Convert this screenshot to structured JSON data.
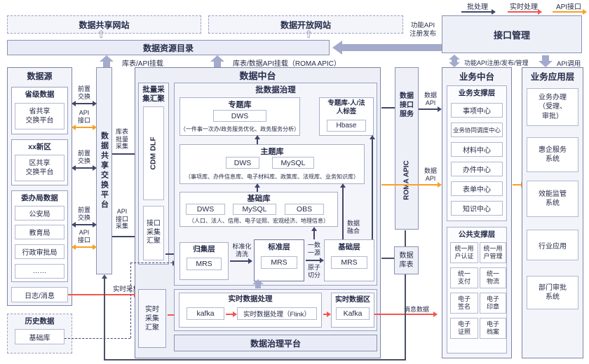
{
  "colors": {
    "dark_text": "#252b49",
    "border": "#8b91b4",
    "red": "#f2554f",
    "orange": "#f7a028",
    "gray_arrow": "#a3aacb"
  },
  "legend": {
    "batch": "批处理",
    "realtime": "实时处理",
    "api": "API接口"
  },
  "top": {
    "share_site": "数据共享网站",
    "open_site": "数据开放网站",
    "catalog": "数据资源目录",
    "api_mgmt": "接口管理",
    "func_api_pub": "功能API\n注册发布",
    "mount_left": "库表/API挂载",
    "mount_mid": "库表/数据API挂载（ROMA APIC）",
    "func_api_mgmt": "功能API注册/发布/管理",
    "api_call": "API调用"
  },
  "sources": {
    "title": "数据源",
    "g1_title": "省级数据",
    "g1_item": "省共享\n交换平台",
    "g2_title": "xx新区",
    "g2_item": "区共享\n交换平台",
    "g3_title": "委办局数据",
    "g3_items": [
      "公安局",
      "教育局",
      "行政审批局",
      "……"
    ],
    "log": "日志/消息",
    "hist_title": "历史数据",
    "hist_item": "基础库"
  },
  "exchange_bar": "数据共享交换平台",
  "labels": {
    "front_exchange": "前置\n交换",
    "api_if": "API\n接口",
    "batch_collect": "库表\n批量\n采集",
    "api_collect": "API\n接口\n采集",
    "realtime_collect": "实时采集",
    "std_clean": "标准化\n清洗",
    "one_source": "一数\n一源",
    "atom_split": "原子\n切分",
    "fusion": "数据\n融合",
    "data_api": "数据\nAPI",
    "msg_data": "消息数据"
  },
  "mid": {
    "title": "数据中台",
    "batch_col": "批量采\n集汇聚",
    "cdm": "CDM DLF",
    "if_col": "接口\n采集\n汇聚",
    "rt_col": "实时\n采集\n汇聚",
    "batch_gov": "批数据治理",
    "special_title": "专题库",
    "special_db": "DWS",
    "special_cap": "（一件事一次办/政务服务优化、政务服务分析）",
    "tag_title": "专题库-人/法\n人标签",
    "tag_db": "Hbase",
    "theme_title": "主题库",
    "theme_db1": "DWS",
    "theme_db2": "MySQL",
    "theme_cap": "（事项库、办件信息库、电子材料库、政策库、法规库、业务知识库）",
    "base_title": "基础库",
    "base_db1": "DWS",
    "base_db2": "MySQL",
    "base_db3": "OBS",
    "base_cap": "（人口、法人、信用、电子证照、宏观经济、地理信息）",
    "collect_title": "归集层",
    "collect_db": "MRS",
    "std_title": "标准层",
    "std_db": "MRS",
    "baselayer_title": "基础层",
    "baselayer_db": "MRS",
    "rt_title": "实时数据处理",
    "rt_kafka": "kafka",
    "rt_flink": "实时数据处理（Flink）",
    "rtzone_title": "实时数据区",
    "rtzone_kafka": "Kafka",
    "gov": "数据治理平台"
  },
  "ifcol": {
    "svc": "数据\n接口\n服务",
    "roma": "ROMA APIC",
    "dbtable": "数据\n库表"
  },
  "biz": {
    "title": "业务中台",
    "support_title": "业务支撑层",
    "support_items": [
      "事项中心",
      "业务协同调度中心",
      "材料中心",
      "办件中心",
      "表单中心",
      "知识中心"
    ],
    "public_title": "公共支撑层",
    "public_items": [
      "统一用\n户认证",
      "统一用\n户管理",
      "统一\n支付",
      "统一\n物流",
      "电子\n签名",
      "电子\n印章",
      "电子\n证照",
      "电子\n档案"
    ]
  },
  "app": {
    "title": "业务应用层",
    "items": [
      "业务办理\n（受理、\n审批）",
      "惠企服务\n系统",
      "效能监管\n系统",
      "行业应用",
      "部门审批\n系统"
    ]
  }
}
